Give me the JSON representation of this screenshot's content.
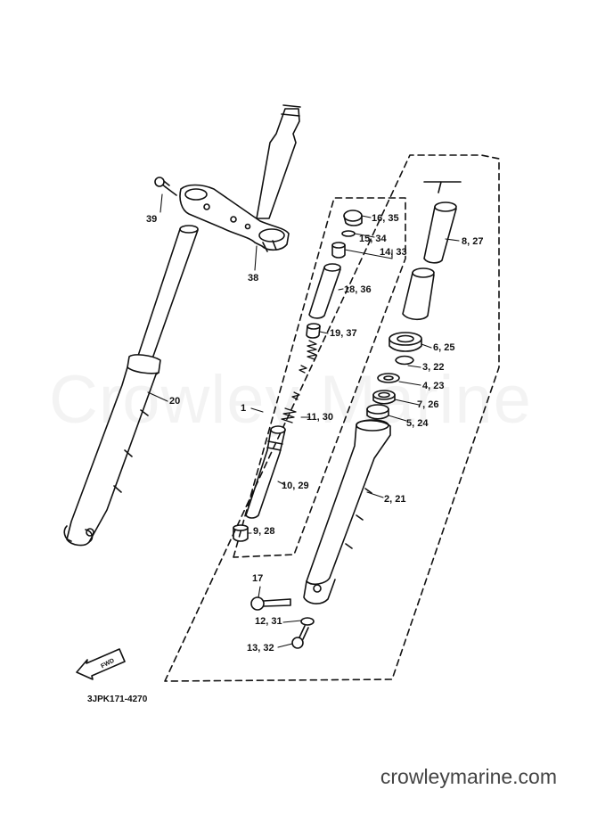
{
  "watermark": "Crowley Marine",
  "diagram_code": "3JPK171-4270",
  "site": "crowleymarine.com",
  "fwd_arrow_label": "FWD",
  "parts": {
    "p1": "1",
    "p2_21": "2, 21",
    "p3_22": "3, 22",
    "p4_23": "4, 23",
    "p5_24": "5, 24",
    "p6_25": "6, 25",
    "p7_26": "7, 26",
    "p8_27": "8, 27",
    "p9_28": "9, 28",
    "p10_29": "10, 29",
    "p11_30": "11, 30",
    "p12_31": "12, 31",
    "p13_32": "13, 32",
    "p14_33": "14, 33",
    "p15_34": "15, 34",
    "p16_35": "16, 35",
    "p17": "17",
    "p18_36": "18, 36",
    "p19_37": "19, 37",
    "p20": "20",
    "p38": "38",
    "p39": "39"
  }
}
